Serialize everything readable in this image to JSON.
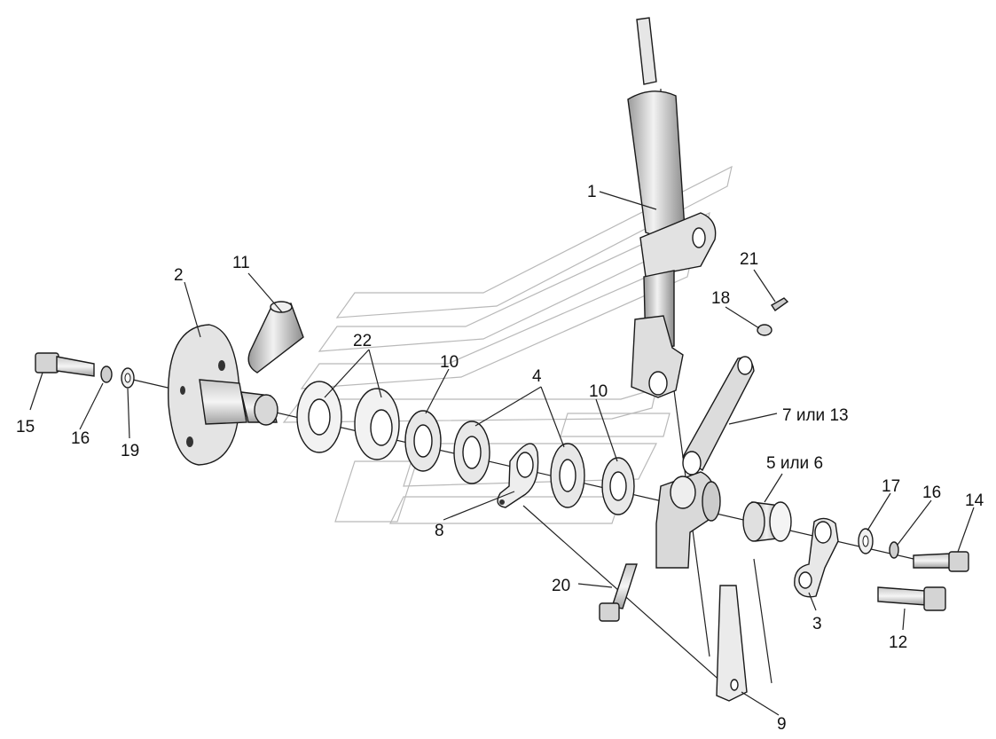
{
  "diagram": {
    "labels": [
      {
        "id": "l1",
        "text": "1"
      },
      {
        "id": "l2",
        "text": "2"
      },
      {
        "id": "l3",
        "text": "3"
      },
      {
        "id": "l4",
        "text": "4"
      },
      {
        "id": "l5",
        "text": "5 или 6"
      },
      {
        "id": "l7",
        "text": "7 или 13"
      },
      {
        "id": "l8",
        "text": "8"
      },
      {
        "id": "l9",
        "text": "9"
      },
      {
        "id": "l10a",
        "text": "10"
      },
      {
        "id": "l10b",
        "text": "10"
      },
      {
        "id": "l11",
        "text": "11"
      },
      {
        "id": "l12",
        "text": "12"
      },
      {
        "id": "l14",
        "text": "14"
      },
      {
        "id": "l15",
        "text": "15"
      },
      {
        "id": "l16a",
        "text": "16"
      },
      {
        "id": "l16b",
        "text": "16"
      },
      {
        "id": "l17",
        "text": "17"
      },
      {
        "id": "l18",
        "text": "18"
      },
      {
        "id": "l19",
        "text": "19"
      },
      {
        "id": "l20",
        "text": "20"
      },
      {
        "id": "l21",
        "text": "21"
      },
      {
        "id": "l22",
        "text": "22"
      }
    ]
  }
}
